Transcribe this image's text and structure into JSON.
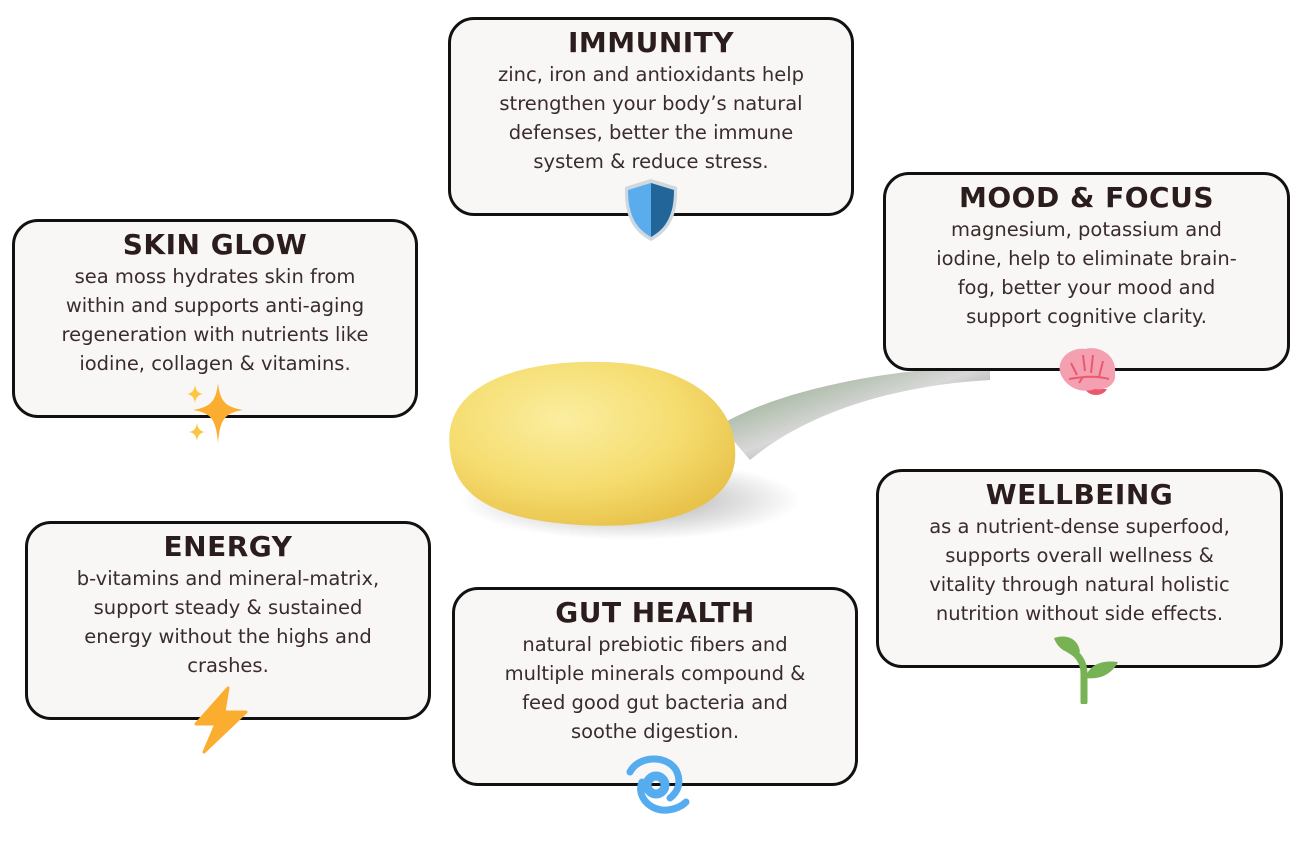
{
  "cards": {
    "immunity": {
      "title": "IMMUNITY",
      "text": "zinc, iron and antioxidants help\nstrengthen your body’s natural\ndefenses, better the immune\nsystem & reduce stress.",
      "icon": "shield-icon"
    },
    "skin": {
      "title": "SKIN GLOW",
      "text": "sea moss hydrates skin from\nwithin and supports anti-aging\nregeneration with nutrients like\niodine, collagen & vitamins.",
      "icon": "sparkles-icon"
    },
    "mood": {
      "title": "MOOD & FOCUS",
      "text": "magnesium, potassium and\niodine, help to eliminate brain-\nfog, better your mood and\nsupport cognitive clarity.",
      "icon": "brain-icon"
    },
    "energy": {
      "title": "ENERGY",
      "text": "b-vitamins and mineral-matrix,\nsupport steady & sustained\nenergy without the highs and\ncrashes.",
      "icon": "lightning-icon"
    },
    "gut": {
      "title": "GUT HEALTH",
      "text": "natural prebiotic fibers and\nmultiple minerals compound  &\nfeed good gut bacteria and\nsoothe digestion.",
      "icon": "swirl-icon"
    },
    "wellbeing": {
      "title": "WELLBEING",
      "text": "as a nutrient-dense superfood,\nsupports overall wellness &\nvitality through natural holistic\nnutrition without side effects.",
      "icon": "seedling-icon"
    }
  },
  "colors": {
    "card_bg": "#f9f7f5",
    "title": "#2b1d1d",
    "shield_light": "#5aacec",
    "shield_dark": "#226699",
    "brain": "#f4a0b0",
    "spark": "#fbad2f",
    "swirl": "#55acee",
    "sprout": "#77b255",
    "gel": "#f5dc6e"
  }
}
